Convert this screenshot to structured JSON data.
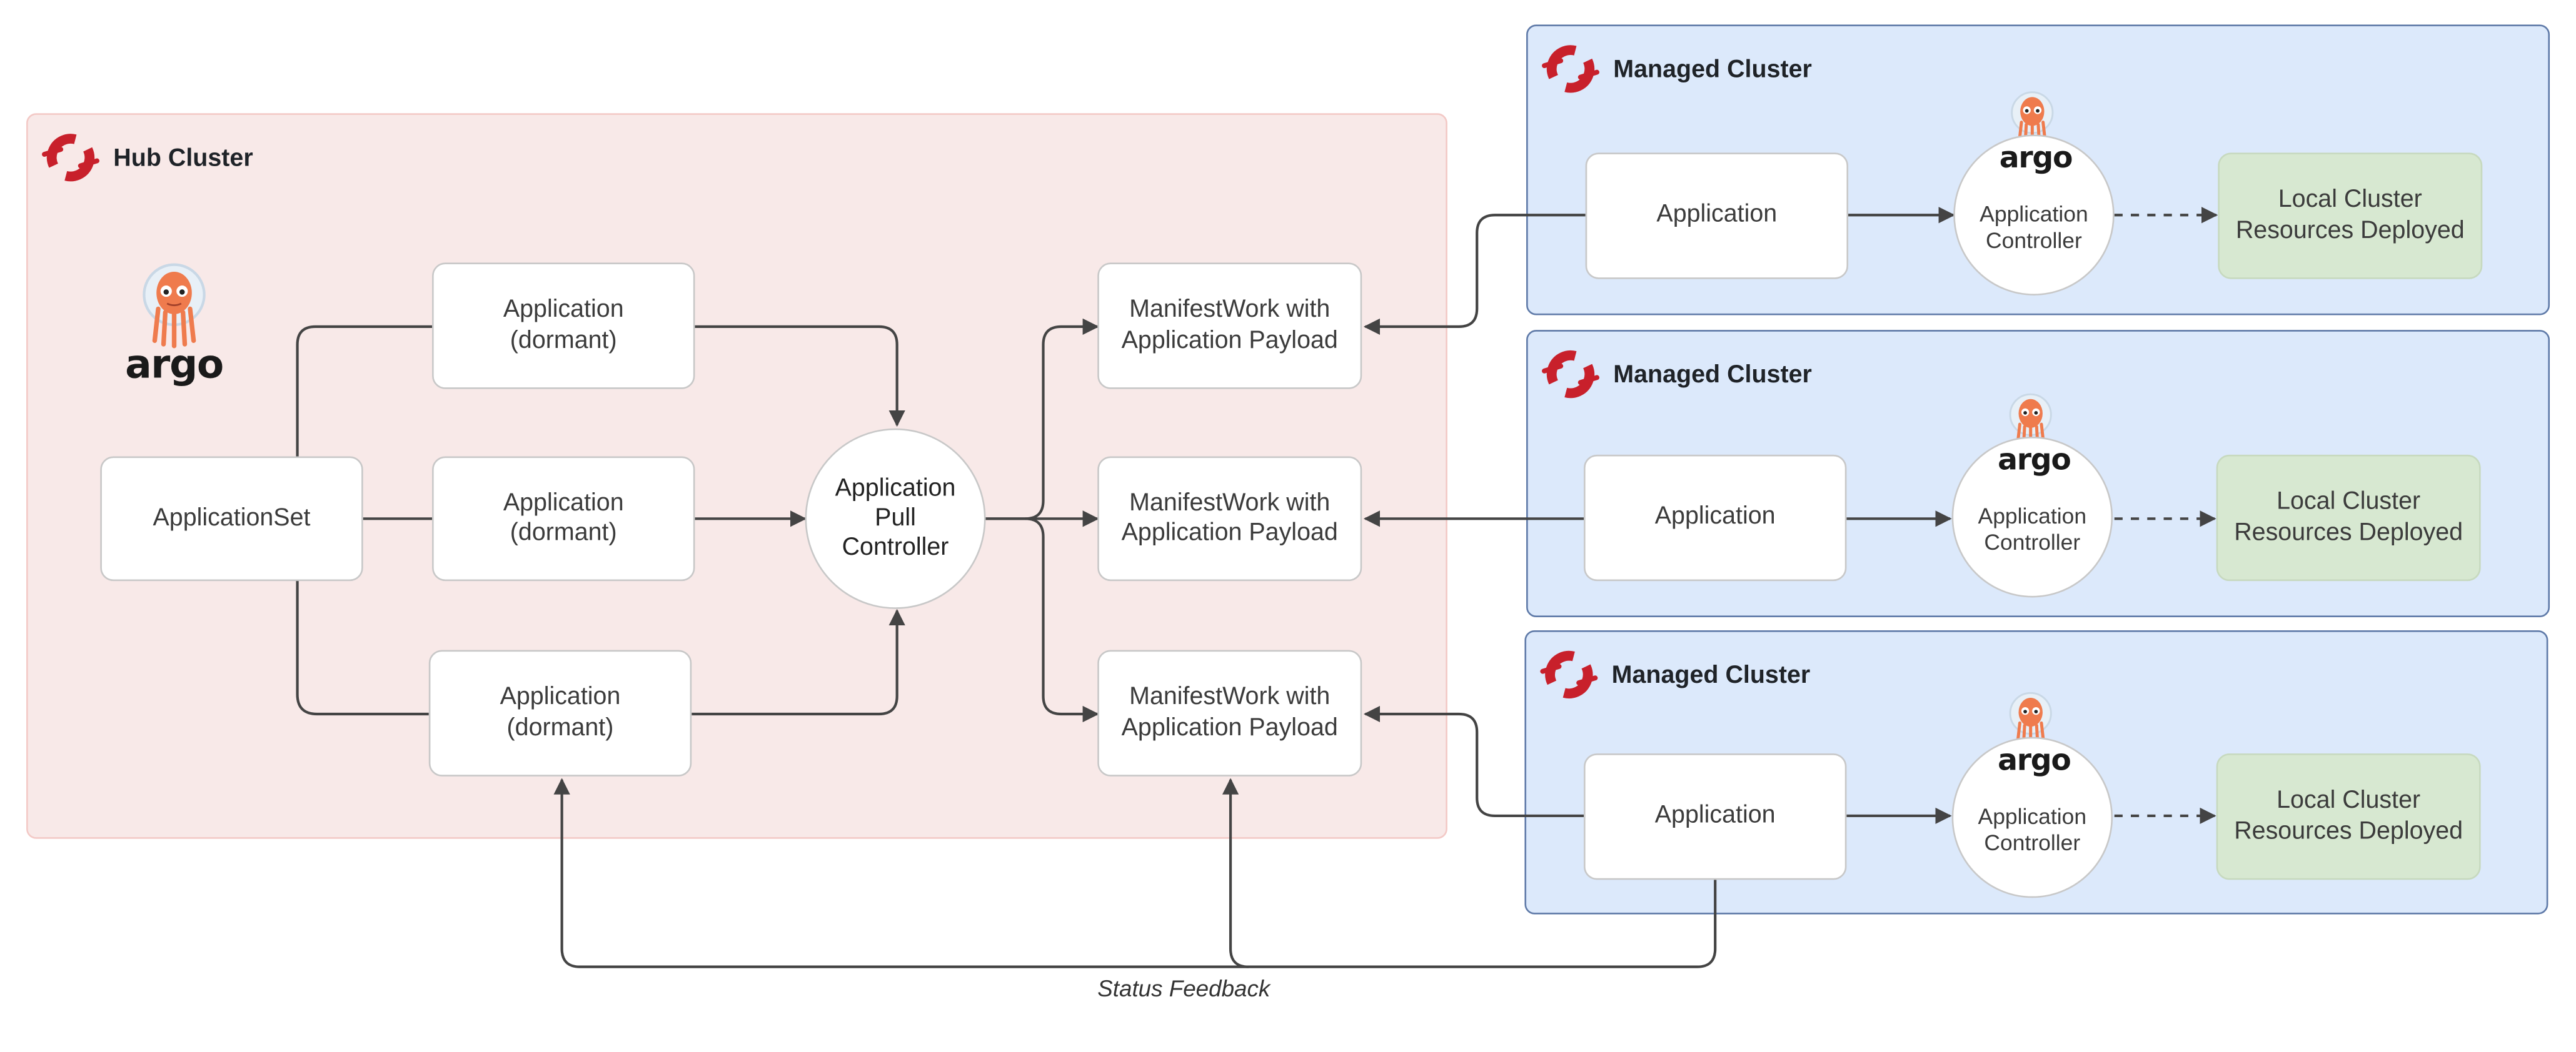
{
  "hub": {
    "label": "Hub Cluster"
  },
  "managed": [
    {
      "label": "Managed Cluster"
    },
    {
      "label": "Managed Cluster"
    },
    {
      "label": "Managed Cluster"
    }
  ],
  "hub_nodes": {
    "applicationset": "ApplicationSet",
    "app_dormant_1": "Application\n(dormant)",
    "app_dormant_2": "Application\n(dormant)",
    "app_dormant_3": "Application\n(dormant)",
    "pull_controller": "Application\nPull\nController",
    "manifestwork_1": "ManifestWork with\nApplication Payload",
    "manifestwork_2": "ManifestWork with\nApplication Payload",
    "manifestwork_3": "ManifestWork with\nApplication Payload"
  },
  "managed_nodes": [
    {
      "application": "Application",
      "controller": "Application\nController",
      "resources": "Local Cluster\nResources Deployed"
    },
    {
      "application": "Application",
      "controller": "Application\nController",
      "resources": "Local Cluster\nResources Deployed"
    },
    {
      "application": "Application",
      "controller": "Application\nController",
      "resources": "Local Cluster\nResources Deployed"
    }
  ],
  "argo_logo_text": "argo",
  "status_feedback": "Status Feedback",
  "colors": {
    "hub_fill": "#f8e9e8",
    "managed_fill": "#dce9fb",
    "managed_border": "#5f7aa8",
    "resources_fill": "#d7e8d1",
    "openshift_red": "#c8202b",
    "argo_orange": "#ef7b4d",
    "arrow": "#444444"
  },
  "icons": {
    "cluster_logo": "openshift-logo-icon",
    "argo_mascot": "argo-octopus-icon"
  }
}
